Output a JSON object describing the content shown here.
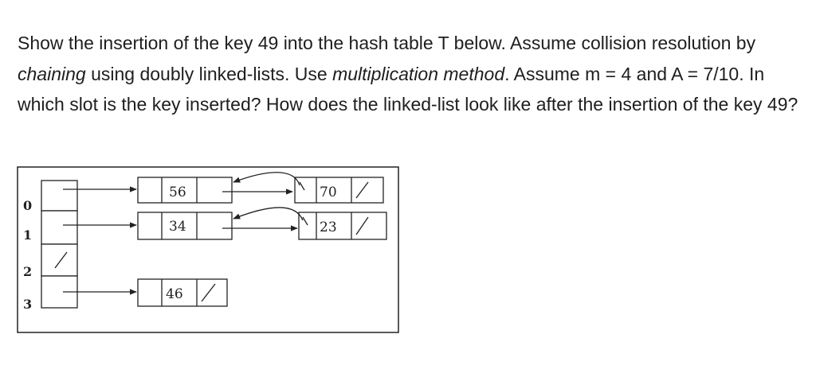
{
  "question": {
    "part1": "Show the insertion of the key 49 into the hash table T below. Assume collision resolution by ",
    "chaining": "chaining",
    "part2": " using doubly linked-lists. Use ",
    "method": "multiplication method",
    "part3": ". Assume m = 4 and A = 7/10. In which slot is the key inserted? How does the linked-list look like after the insertion of the key 49?"
  },
  "table": {
    "indices": [
      "0",
      "1",
      "2",
      "3"
    ]
  },
  "lists": {
    "row0": [
      "56",
      "70"
    ],
    "row1": [
      "34",
      "23"
    ],
    "row3": [
      "46"
    ]
  }
}
